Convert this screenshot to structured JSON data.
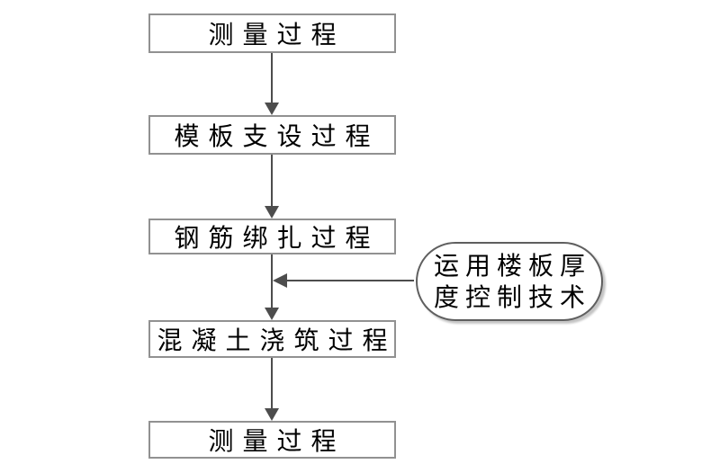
{
  "diagram": {
    "type": "flowchart",
    "background": "#ffffff",
    "nodes": [
      {
        "id": "step1",
        "label": "测量过程",
        "shape": "rectangle"
      },
      {
        "id": "step2",
        "label": "模板支设过程",
        "shape": "rectangle"
      },
      {
        "id": "step3",
        "label": "钢筋绑扎过程",
        "shape": "rectangle"
      },
      {
        "id": "step4",
        "label": "混凝土浇筑过程",
        "shape": "rectangle"
      },
      {
        "id": "step5",
        "label": "测量过程",
        "shape": "rectangle"
      }
    ],
    "edges": [
      {
        "from": "step1",
        "to": "step2",
        "direction": "down"
      },
      {
        "from": "step2",
        "to": "step3",
        "direction": "down"
      },
      {
        "from": "step3",
        "to": "step4",
        "direction": "down"
      },
      {
        "from": "step4",
        "to": "step5",
        "direction": "down"
      },
      {
        "from": "annotation",
        "to": "edge-step3-step4",
        "direction": "left"
      }
    ],
    "annotation": {
      "shape": "stadium",
      "label": "运用楼板厚度控制技术",
      "lines": [
        "运用楼板厚",
        "度控制技术"
      ]
    },
    "colors": {
      "node_border": "#919191",
      "node_fill": "#ffffff",
      "arrow": "#4d4d4d",
      "text": "#000000",
      "annotation_border": "#5f5f5f",
      "annotation_shadow": "#c4c4c4"
    }
  }
}
